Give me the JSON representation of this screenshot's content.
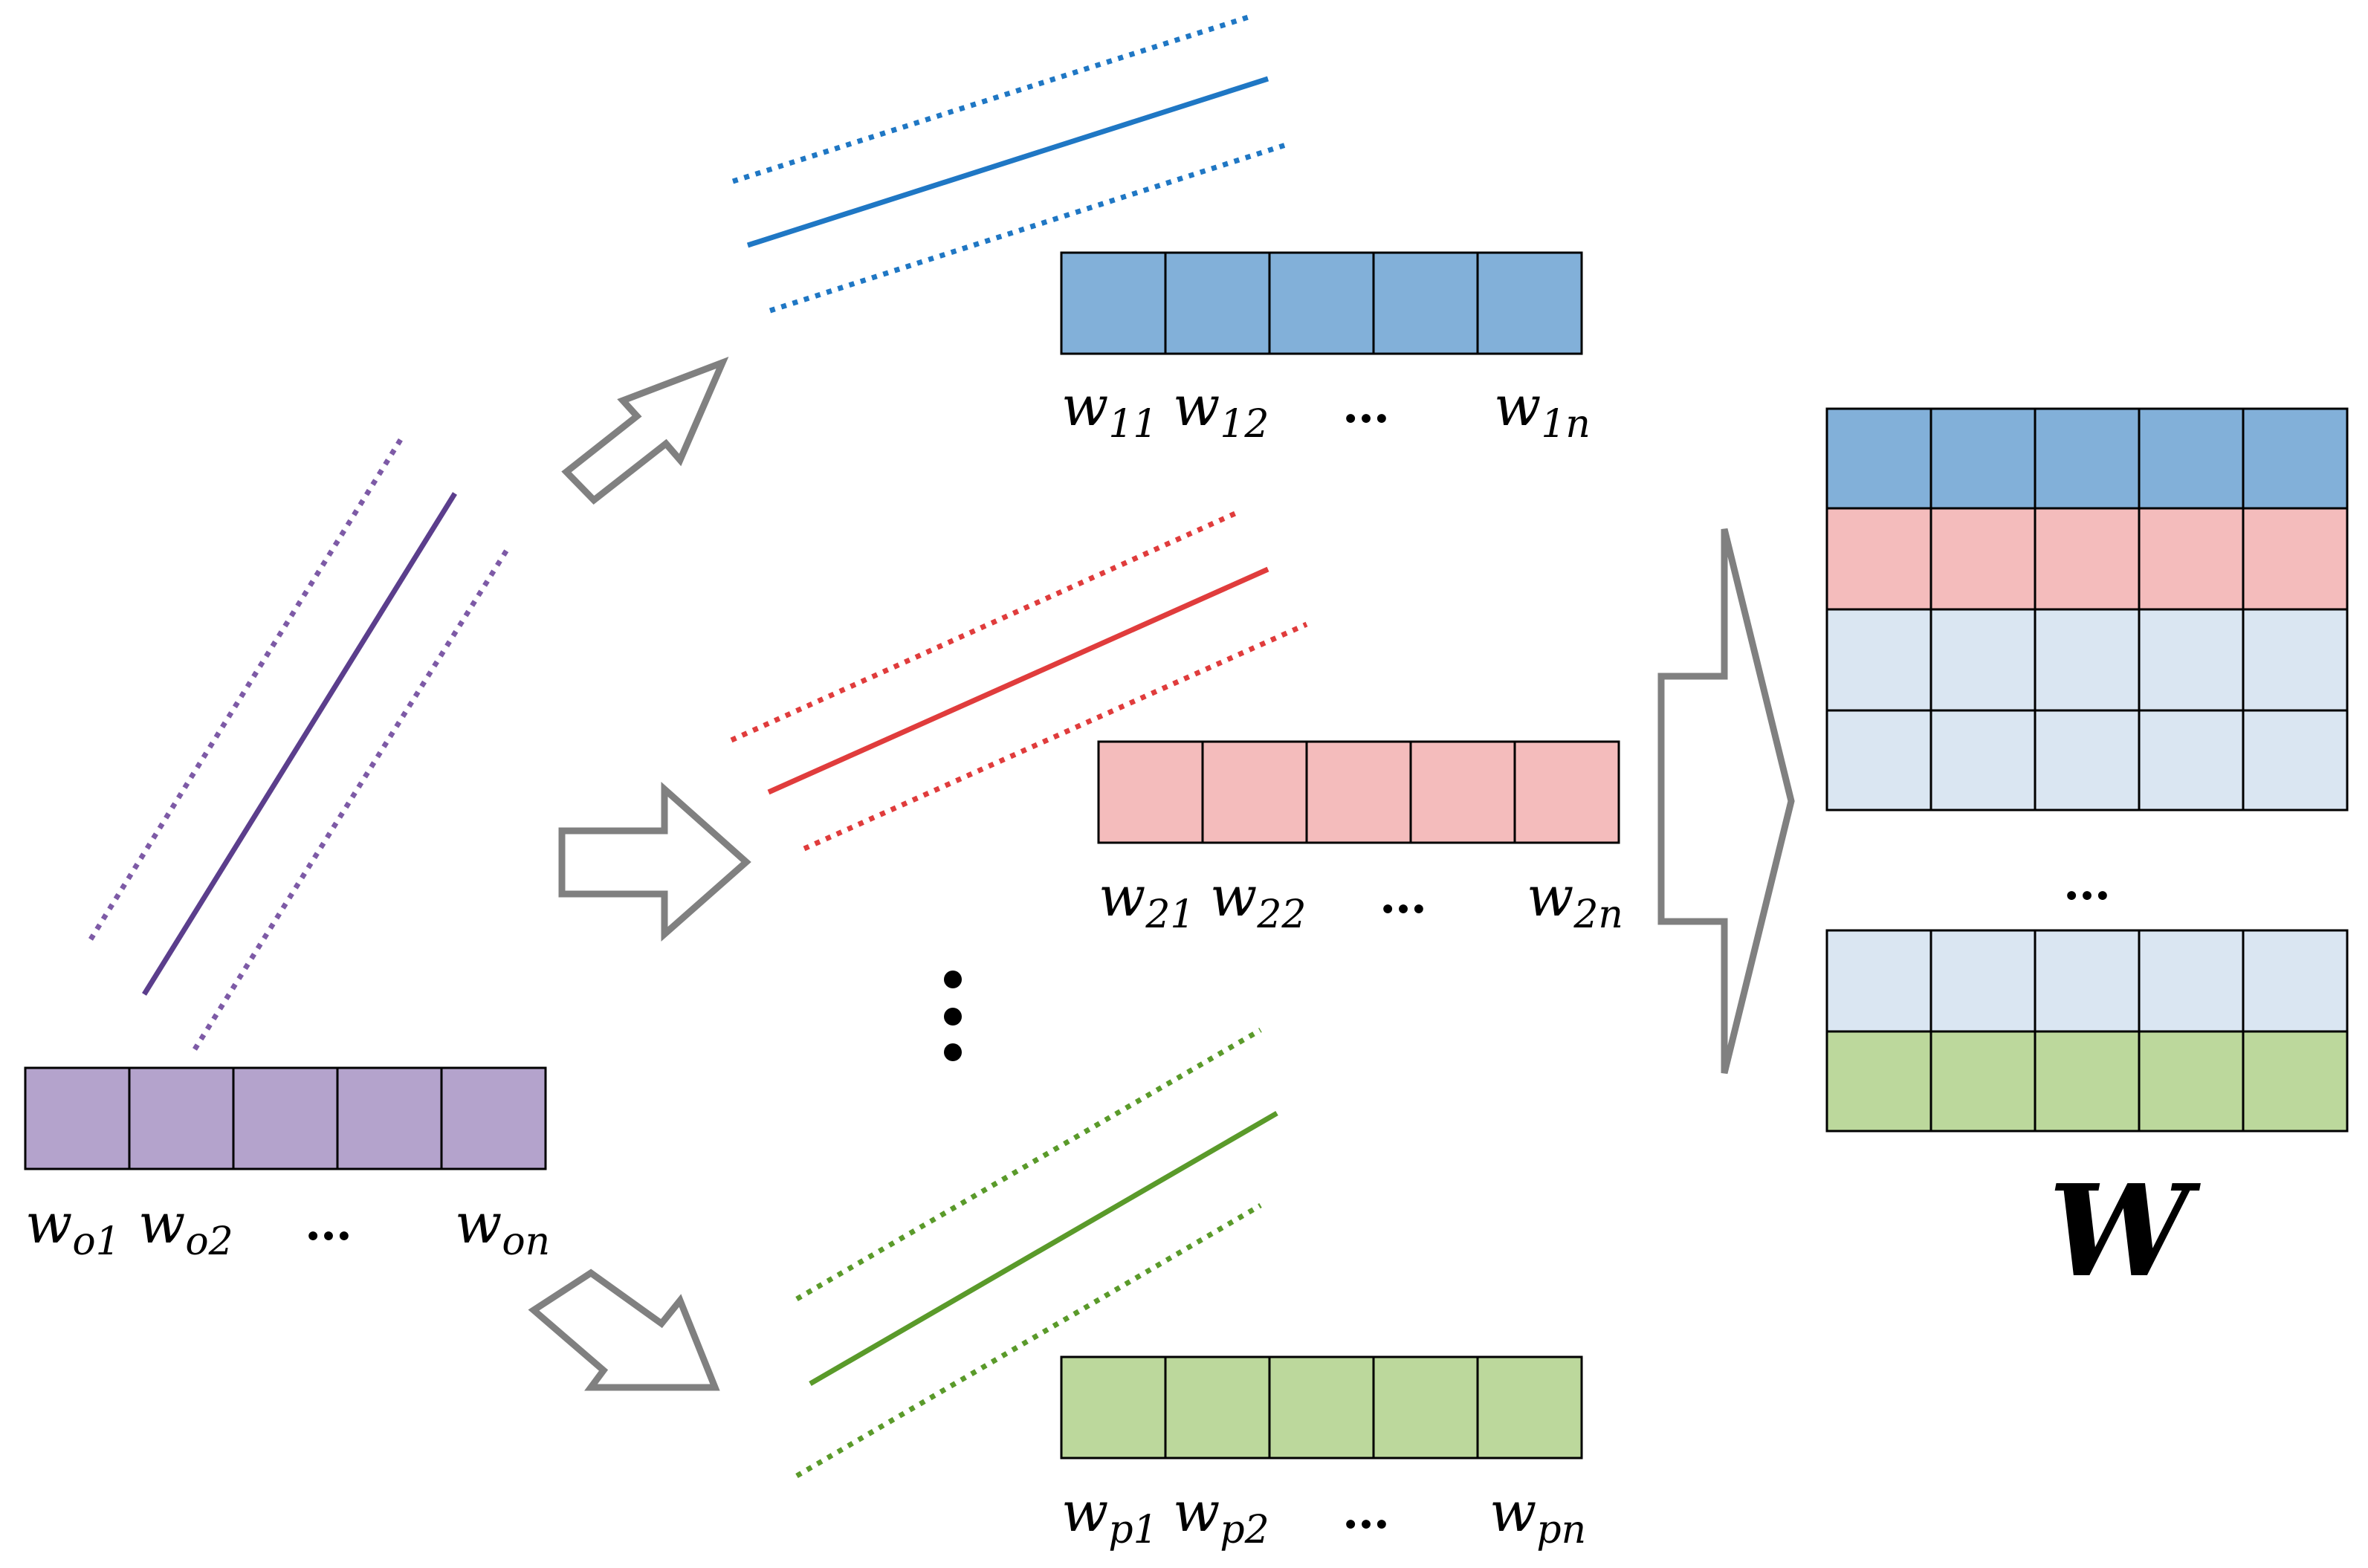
{
  "colors": {
    "purple": "#b4a3cc",
    "purple_line": "#5b3e8c",
    "purple_dot": "#7d5aa6",
    "blue": "#82b0d9",
    "blue_line": "#1f77c4",
    "red": "#f4bcbc",
    "red_line": "#e03c3c",
    "green": "#bcd89c",
    "green_line": "#5a9a2a",
    "light_blue": "#dae6f2",
    "arrow_stroke": "#808080"
  },
  "vectors": {
    "original": {
      "labels": [
        {
          "main": "w",
          "sub": "o1"
        },
        {
          "main": "w",
          "sub": "o2"
        },
        {
          "main": "…",
          "sub": ""
        },
        {
          "main": "w",
          "sub": "on"
        }
      ]
    },
    "row1": {
      "labels": [
        {
          "main": "w",
          "sub": "11"
        },
        {
          "main": "w",
          "sub": "12"
        },
        {
          "main": "…",
          "sub": ""
        },
        {
          "main": "w",
          "sub": "1n"
        }
      ]
    },
    "row2": {
      "labels": [
        {
          "main": "w",
          "sub": "21"
        },
        {
          "main": "w",
          "sub": "22"
        },
        {
          "main": "…",
          "sub": ""
        },
        {
          "main": "w",
          "sub": "2n"
        }
      ]
    },
    "rowp": {
      "labels": [
        {
          "main": "w",
          "sub": "p1"
        },
        {
          "main": "w",
          "sub": "p2"
        },
        {
          "main": "…",
          "sub": ""
        },
        {
          "main": "w",
          "sub": "pn"
        }
      ]
    }
  },
  "matrix": {
    "label": "W",
    "ellipsis": "…"
  }
}
